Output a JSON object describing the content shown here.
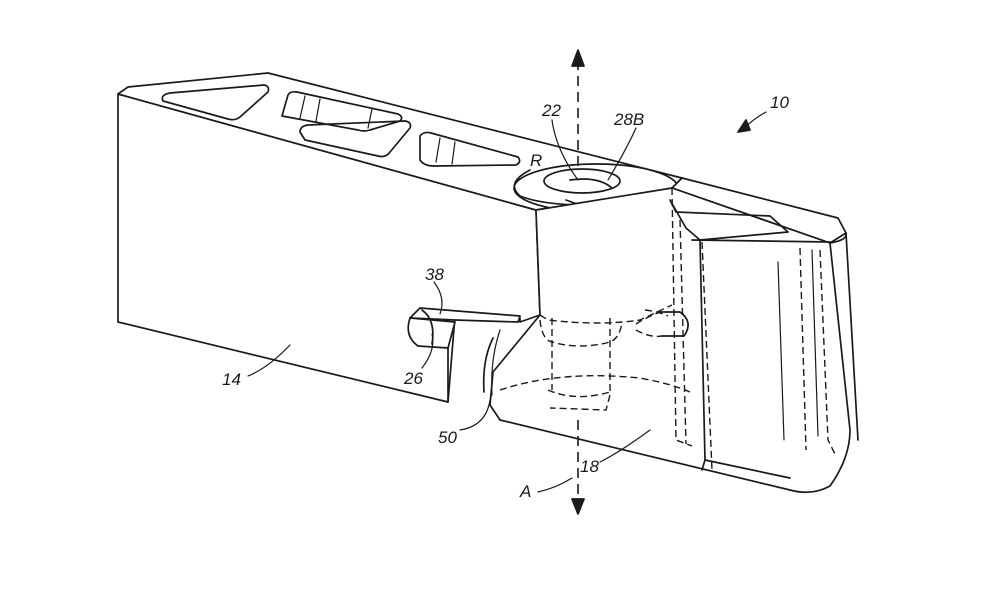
{
  "figure": {
    "labels": {
      "assembly": "10",
      "body": "14",
      "block": "18",
      "pivot": "22",
      "bore": "28B",
      "rotation": "R",
      "axis": "A",
      "tab": "38",
      "pin": "26",
      "fillet": "50"
    }
  }
}
